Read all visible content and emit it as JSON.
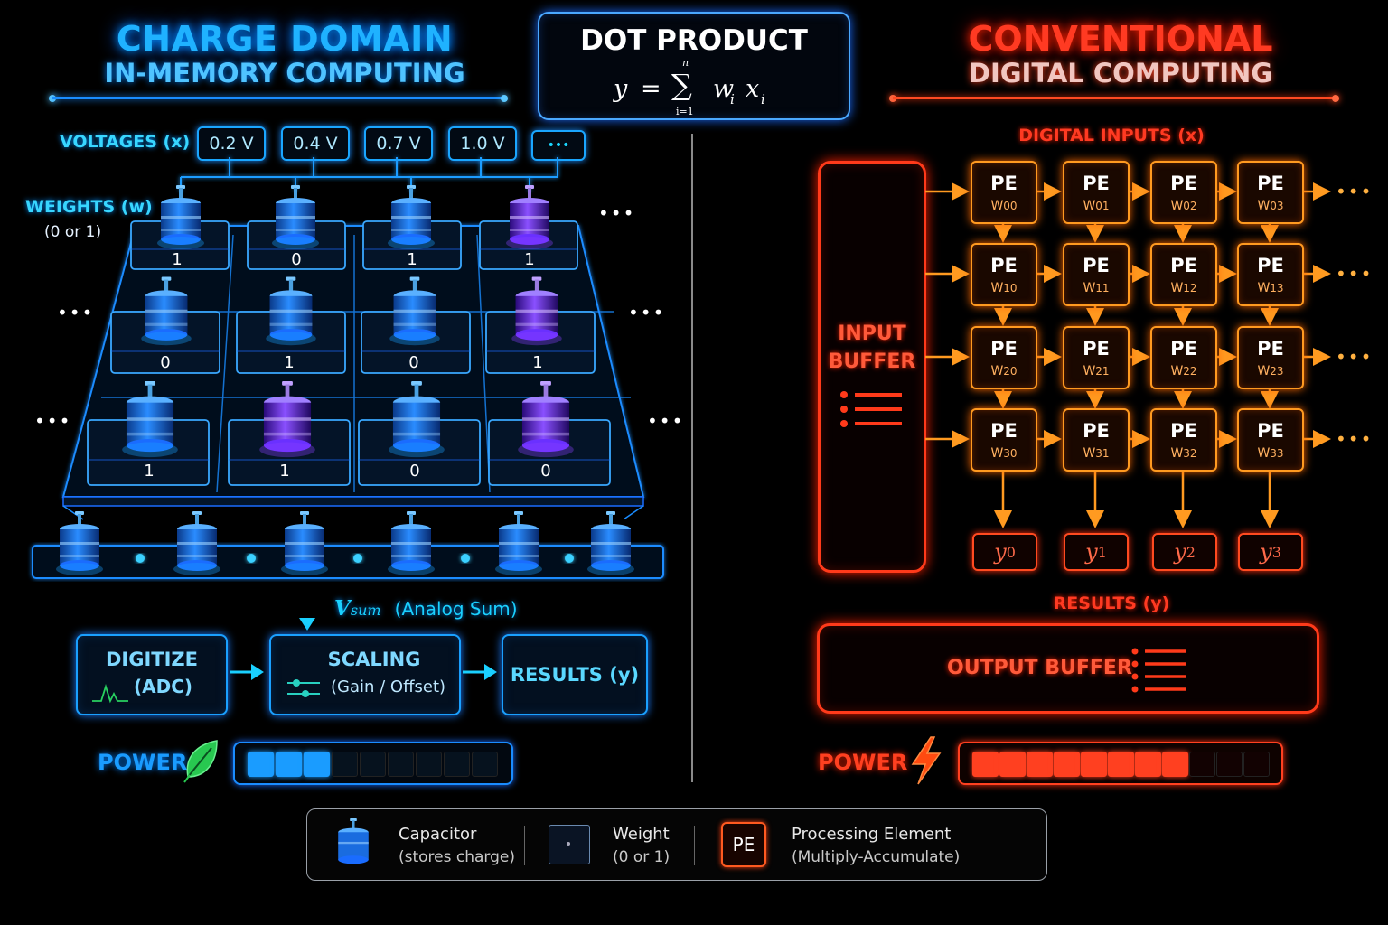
{
  "left": {
    "title_line1": "CHARGE DOMAIN",
    "title_line2": "IN-MEMORY COMPUTING",
    "voltages_label": "VOLTAGES (x)",
    "voltages": [
      "0.2 V",
      "0.4 V",
      "0.7 V",
      "1.0 V",
      "•••"
    ],
    "weights_label": "WEIGHTS (w)",
    "weights_sub": "(0 or 1)",
    "weight_rows": [
      [
        "1",
        "0",
        "1",
        "1"
      ],
      [
        "0",
        "1",
        "0",
        "1"
      ],
      [
        "1",
        "1",
        "0",
        "0"
      ]
    ],
    "ellipsis": "•••",
    "vsum_symbol": "V",
    "vsum_sub": "sum",
    "vsum_label": "(Analog Sum)",
    "digitize_title": "DIGITIZE",
    "digitize_sub": "(ADC)",
    "scaling_title": "SCALING",
    "scaling_sub": "(Gain / Offset)",
    "results_label": "RESULTS (y)",
    "power_label": "POWER",
    "power_level": {
      "filled": 3,
      "total": 9
    },
    "icons": [
      "capacitor-icon",
      "leaf-icon",
      "waveform-icon",
      "slider-icon",
      "arrow-icon"
    ],
    "colors": {
      "accent": "#1aa0ff",
      "power_fill": "#1a9cff",
      "leaf": "#28c850"
    }
  },
  "center": {
    "title": "DOT PRODUCT",
    "formula": {
      "lhs": "y",
      "eq": "=",
      "sum": "∑",
      "upper": "n",
      "lower": "i=1",
      "w": "w",
      "x": "x",
      "sub": "i"
    }
  },
  "right": {
    "title_line1": "CONVENTIONAL",
    "title_line2": "DIGITAL COMPUTING",
    "inputs_label": "DIGITAL INPUTS (x)",
    "input_buffer": [
      "INPUT",
      "BUFFER"
    ],
    "pe_label": "PE",
    "pe_weights": [
      [
        "00",
        "01",
        "02",
        "03"
      ],
      [
        "10",
        "11",
        "12",
        "13"
      ],
      [
        "20",
        "21",
        "22",
        "23"
      ],
      [
        "30",
        "31",
        "32",
        "33"
      ]
    ],
    "pe_weight_prefix": "W",
    "outputs": [
      {
        "base": "y",
        "sub": "0"
      },
      {
        "base": "y",
        "sub": "1"
      },
      {
        "base": "y",
        "sub": "2"
      },
      {
        "base": "y",
        "sub": "3"
      }
    ],
    "results_label": "RESULTS (y)",
    "output_buffer": "OUTPUT BUFFER",
    "ellipsis": "•••",
    "power_label": "POWER",
    "power_level": {
      "filled": 8,
      "total": 11
    },
    "icons": [
      "list-icon",
      "lightning-icon"
    ],
    "colors": {
      "accent": "#ff3a1a",
      "pe_border": "#ff9a20",
      "power_fill": "#ff4020"
    }
  },
  "legend": {
    "capacitor_title": "Capacitor",
    "capacitor_sub": "(stores charge)",
    "weight_title": "Weight",
    "weight_sub": "(0 or 1)",
    "pe_badge": "PE",
    "pe_title": "Processing Element",
    "pe_sub": "(Multiply-Accumulate)"
  }
}
